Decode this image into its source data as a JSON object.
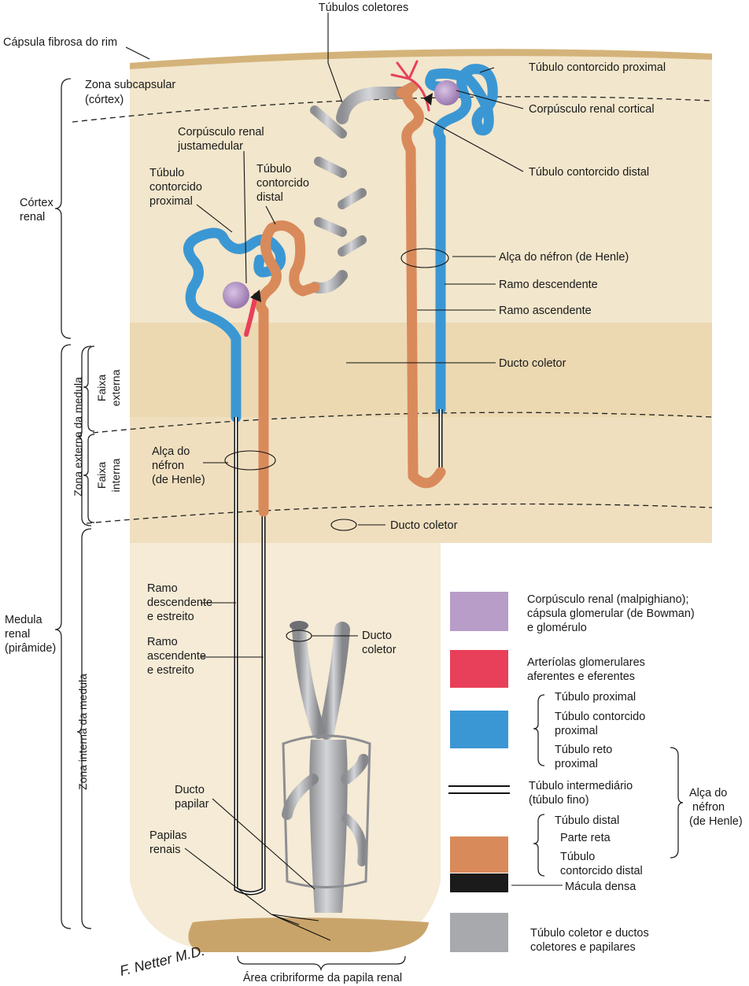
{
  "top": {
    "collecting_tubules": "Túbulos coletores",
    "capsule": "Cápsula fibrosa do rim"
  },
  "zones": {
    "subcapsular_l1": "Zona subcapsular",
    "subcapsular_l2": "(córtex)",
    "cortex_l1": "Córtex",
    "cortex_l2": "renal",
    "outer_medulla": "Zona externa da medula",
    "outer_stripe_l1": "Faixa",
    "outer_stripe_l2": "externa",
    "inner_stripe_l1": "Faixa",
    "inner_stripe_l2": "interna",
    "medulla_l1": "Medula",
    "medulla_l2": "renal",
    "medulla_l3": "(pirâmide)",
    "inner_medulla": "Zona interna da medula"
  },
  "juxtamedullary": {
    "corpuscle_l1": "Corpúsculo renal",
    "corpuscle_l2": "justamedular",
    "pct_l1": "Túbulo",
    "pct_l2": "contorcido",
    "pct_l3": "proximal",
    "dct_l1": "Túbulo",
    "dct_l2": "contorcido",
    "dct_l3": "distal",
    "loop_l1": "Alça do",
    "loop_l2": "néfron",
    "loop_l3": "(de Henle)",
    "thin_desc_l1": "Ramo",
    "thin_desc_l2": "descendente",
    "thin_desc_l3": "e estreito",
    "thin_asc_l1": "Ramo",
    "thin_asc_l2": "ascendente",
    "thin_asc_l3": "e estreito",
    "papillary_l1": "Ducto",
    "papillary_l2": "papilar",
    "papillae_l1": "Papilas",
    "papillae_l2": "renais"
  },
  "cortical": {
    "pct": "Túbulo contorcido proximal",
    "corpuscle": "Corpúsculo renal cortical",
    "dct": "Túbulo contorcido distal",
    "loop": "Alça do néfron (de Henle)",
    "descending": "Ramo descendente",
    "ascending": "Ramo ascendente",
    "collecting_duct": "Ducto coletor"
  },
  "center": {
    "collecting_duct_mid": "Ducto coletor",
    "collecting_duct_low_l1": "Ducto",
    "collecting_duct_low_l2": "coletor"
  },
  "bottom": {
    "cribriform": "Área cribriforme da papila renal",
    "signature": "F. Netter M.D."
  },
  "legend": {
    "corpuscle_l1": "Corpúsculo renal (malpighiano);",
    "corpuscle_l2": "cápsula glomerular (de Bowman)",
    "corpuscle_l3": "e glomérulo",
    "arterioles_l1": "Arteríolas glomerulares",
    "arterioles_l2": "aferentes e eferentes",
    "proximal": "Túbulo proximal",
    "pct_l1": "Túbulo contorcido",
    "pct_l2": "proximal",
    "pst_l1": "Túbulo reto",
    "pst_l2": "proximal",
    "intermediate_l1": "Túbulo intermediário",
    "intermediate_l2": "(túbulo fino)",
    "loop_l1": "Alça do",
    "loop_l2": "néfron",
    "loop_l3": "(de Henle)",
    "distal": "Túbulo distal",
    "straight": "Parte reta",
    "dct_l1": "Túbulo",
    "dct_l2": "contorcido distal",
    "macula": "Mácula densa",
    "collecting_l1": "Túbulo coletor e ductos",
    "collecting_l2": "coletores e papilares"
  },
  "colors": {
    "corpuscle": "#b79dc8",
    "arteriole": "#e8405a",
    "proximal": "#3b97d3",
    "distal": "#d98a5a",
    "macula": "#1b1b1b",
    "collecting": "#a8a9ad",
    "cortex_bg": "#f2e6cc",
    "outer_stripe_bg": "#ecd9b2",
    "inner_stripe_bg": "#f0dfbf",
    "inner_medulla_bg": "#f5ebd6",
    "capsule": "#d4b37a"
  }
}
